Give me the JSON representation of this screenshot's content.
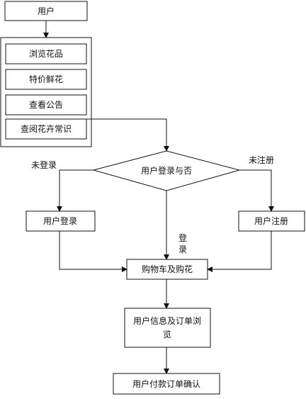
{
  "nodes": {
    "user": "用户",
    "browse_flowers": "浏览花品",
    "special_flowers": "特价鲜花",
    "view_notice": "查看公告",
    "flower_knowledge": "查阅花卉常识",
    "login_check": "用户登录与否",
    "user_login": "用户登录",
    "user_register": "用户注册",
    "cart": "购物车及购花",
    "order_browse_line1": "用户信息及订单浏",
    "order_browse_line2": "览",
    "order_confirm": "用户付款订单确认"
  },
  "edge_labels": {
    "not_logged_in": "未登录",
    "not_registered": "未注册",
    "logged_in_line1": "登",
    "logged_in_line2": "录"
  }
}
